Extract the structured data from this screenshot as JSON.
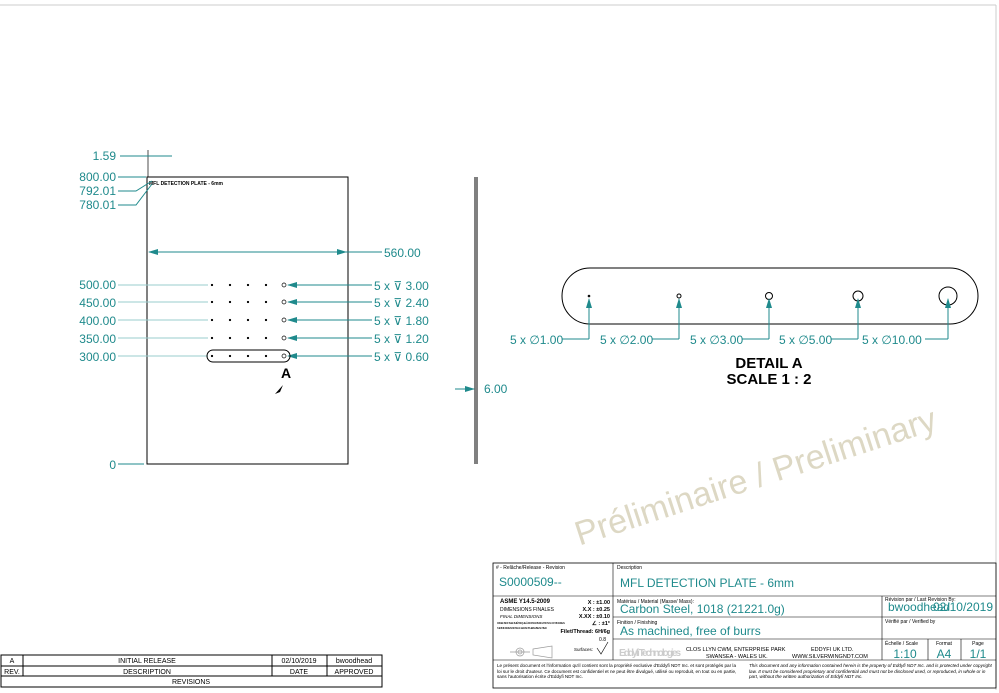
{
  "colors": {
    "dimension": "#1f8a8c",
    "outline": "#000000",
    "watermark": "#ddd8c4"
  },
  "watermark": "Préliminaire / Preliminary",
  "front_view": {
    "title": "MFL DETECTION PLATE - 6mm",
    "dims_left": [
      "1.59",
      "800.00",
      "792.01",
      "780.01",
      "500.00",
      "450.00",
      "400.00",
      "350.00",
      "300.00",
      "0"
    ],
    "width_dim": "560.00",
    "hole_callouts": [
      "5 x ⊽ 3.00",
      "5 x ⊽ 2.40",
      "5 x ⊽ 1.80",
      "5 x ⊽ 1.20",
      "5 x ⊽ 0.60"
    ],
    "detail_marker": "A"
  },
  "side_view": {
    "thickness_dim": "6.00"
  },
  "detail": {
    "callouts": [
      "5 x ∅1.00",
      "5 x ∅2.00",
      "5 x ∅3.00",
      "5 x ∅5.00",
      "5 x ∅10.00"
    ],
    "title": "DETAIL A",
    "scale": "SCALE 1 : 2"
  },
  "revisions": {
    "row": {
      "rev": "A",
      "description": "INITIAL RELEASE",
      "date": "02/10/2019",
      "approved": "bwoodhead"
    },
    "headers": {
      "rev": "REV.",
      "description": "DESCRIPTION",
      "date": "DATE",
      "approved": "APPROVED"
    },
    "title": "REVISIONS"
  },
  "title_block": {
    "release_label": "# - Relâche/Release - Revision",
    "release": "S0000509--",
    "description_label": "Description",
    "description": "MFL DETECTION PLATE - 6mm",
    "standard": "ASME Y14.5-2009",
    "dim_fr": "DIMENSIONS FINALES",
    "dim_en": "FINAL DIMENSIONS",
    "dim_note": "DIMENSIONS EN MÉTRIQUE À MOINS D'INDICATIONS CONTRAIRES",
    "dim_note2": "METRIC DIMENSIONS UNLESS OTHERWISE NOTED",
    "tolerances": [
      "X : ±1.00",
      "X.X : ±0.25",
      "X.XX : ±0.10",
      "∠ : ±1°"
    ],
    "thread": "Filet/Thread: 6H/6g",
    "surfaces": "Surfaces:",
    "surface_value": "0.8",
    "material_label": "Matériau / Material (Masse/ Mass):",
    "material": "Carbon Steel, 1018 (21221.0g)",
    "finishing_label": "Finition / Finishing",
    "finishing": "As machined, free of burrs",
    "revised_label": "Révision par / Last Revision By:",
    "revised_by": "bwoodhead",
    "revised_date": "02/10/2019",
    "verified_label": "Vérifié par / Verified by",
    "logo": "Eddyfi Technologies",
    "address1": "CLOS LLYN CWM, ENTERPRISE PARK",
    "address2": "SWANSEA - WALES UK.",
    "company": "EDDYFI UK LTD.",
    "web": "WWW.SILVERWINGNDT.COM",
    "scale_label": "Échelle / Scale",
    "scale": "1:10",
    "format_label": "Format",
    "format": "A4",
    "page_label": "Page",
    "page": "1/1",
    "legal_fr": "Le présent document et l'information qu'il contient sont la propriété exclusive d'Eddyfi NDT Inc. et sont protégés par la loi sur le droit d'auteur. Ce document est confidentiel et ne peut être divulgué, utilisé ou reproduit, en tout ou en partie, sans l'autorisation écrite d'Eddyfi NDT Inc.",
    "legal_en": "This document and any information contained herein is the property of Eddyfi NDT Inc. and is protected under copyright law. It must be considered proprietary and confidential and must not be disclosed used, or reproduced, in whole or in part, without the written authorization of Eddyfi NDT Inc."
  }
}
